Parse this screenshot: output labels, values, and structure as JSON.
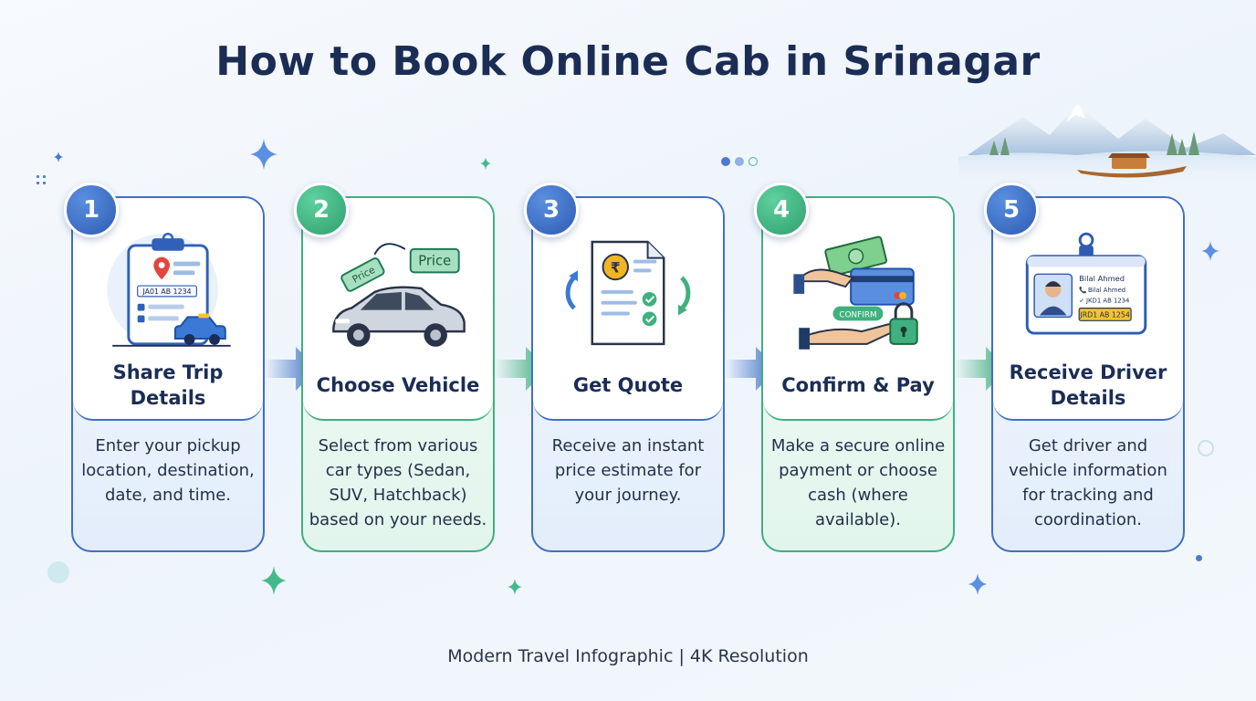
{
  "title": "How to Book Online Cab in Srinagar",
  "footer": "Modern Travel Infographic | 4K Resolution",
  "colors": {
    "blue": "#3f6fc4",
    "green": "#3fb07f",
    "title": "#1b2d55"
  },
  "steps": [
    {
      "number": "1",
      "title": "Share Trip Details",
      "description": "Enter your pickup location, destination, date, and time.",
      "icon": "clipboard-location-cab-icon",
      "plate": "JA01 AB 1234"
    },
    {
      "number": "2",
      "title": "Choose Vehicle",
      "description": "Select from various car types (Sedan, SUV, Hatchback) based on your needs.",
      "icon": "car-price-tag-icon",
      "tag": "Price"
    },
    {
      "number": "3",
      "title": "Get Quote",
      "description": "Receive an instant price estimate for your journey.",
      "icon": "rupee-quote-document-icon"
    },
    {
      "number": "4",
      "title": "Confirm & Pay",
      "description": "Make a secure online payment or choose cash (where available).",
      "icon": "payment-card-cash-lock-icon",
      "button": "CONFIRM"
    },
    {
      "number": "5",
      "title": "Receive Driver Details",
      "description": "Get driver and vehicle information for tracking and coordination.",
      "icon": "driver-id-card-icon",
      "driver_name": "Bilal Ahmed",
      "driver_phone": "Bilal Ahmed",
      "driver_reg": "JKD1 AB 1234",
      "driver_plate": "JRD1 AB 1254"
    }
  ]
}
